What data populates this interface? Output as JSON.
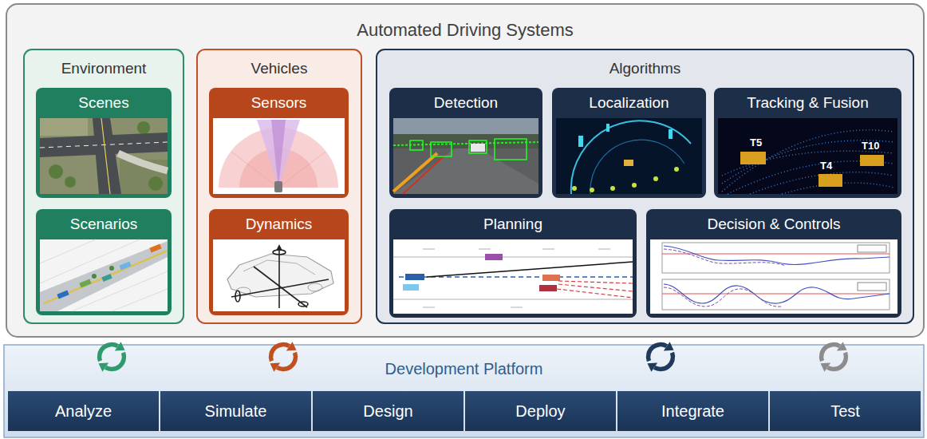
{
  "diagram": {
    "nodes": [
      {
        "text": [
          "Automated Driving Systems"
        ]
      },
      {
        "text": [
          "Environment"
        ],
        "in": 0
      },
      {
        "text": [
          "Scenes"
        ],
        "in": 1
      },
      {
        "text": [
          "Scenarios"
        ],
        "in": 1
      },
      {
        "text": [
          "Vehicles"
        ],
        "in": 0
      },
      {
        "text": [
          "Sensors"
        ],
        "in": 4
      },
      {
        "text": [
          "Dynamics"
        ],
        "in": 4
      },
      {
        "text": [
          "Algorithms"
        ],
        "in": 0
      },
      {
        "text": [
          "Detection"
        ],
        "in": 7
      },
      {
        "text": [
          "Localization"
        ],
        "in": 7
      },
      {
        "text": [
          "Tracking & Fusion"
        ],
        "in": 7
      },
      {
        "text": [
          "Planning"
        ],
        "in": 7
      },
      {
        "text": [
          "Decision & Controls"
        ],
        "in": 7
      },
      {
        "text": [
          "Development Platform"
        ]
      },
      {
        "text": [
          "Analyze"
        ],
        "in": 13
      },
      {
        "text": [
          "Simulate"
        ],
        "in": 13
      },
      {
        "text": [
          "Design"
        ],
        "in": 13
      },
      {
        "text": [
          "Deploy"
        ],
        "in": 13
      },
      {
        "text": [
          "Integrate"
        ],
        "in": 13
      },
      {
        "text": [
          "Test"
        ],
        "in": 13
      }
    ],
    "edges": [],
    "labels": [
      "T5",
      "T10",
      "T4"
    ]
  }
}
